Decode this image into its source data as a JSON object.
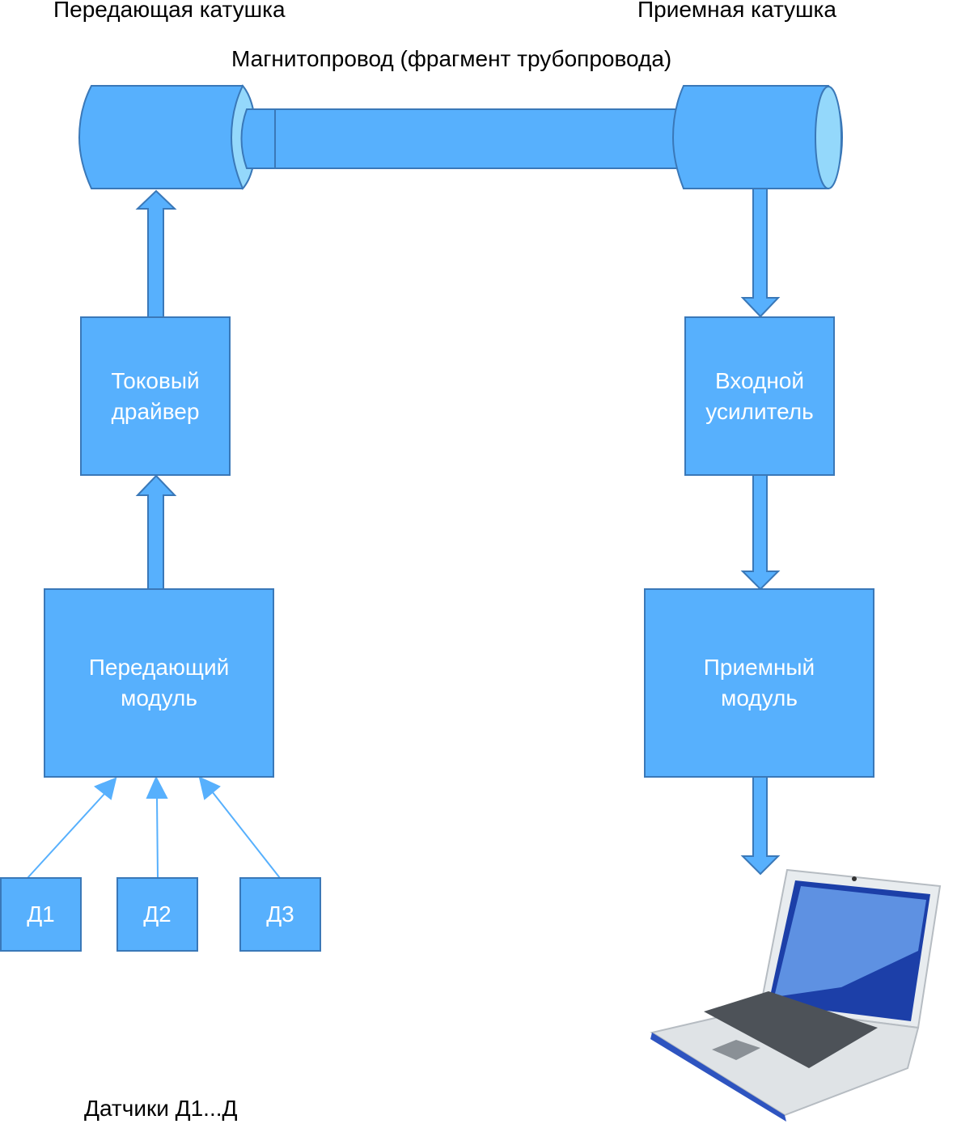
{
  "labels": {
    "tx_coil": "Передающая катушка",
    "rx_coil": "Приемная катушка",
    "core": "Магнитопровод (фрагмент трубопровода)",
    "sensors": "Датчики Д1...Д"
  },
  "blocks": {
    "current_driver": "Токовый драйвер",
    "input_amp": "Входной усилитель",
    "tx_module": "Передающий модуль",
    "rx_module": "Приемный модуль",
    "d1": "Д1",
    "d2": "Д2",
    "d3": "Д3"
  },
  "colors": {
    "fill": "#57b0fd",
    "stroke": "#3a78b8",
    "face": "#94d8fb"
  }
}
